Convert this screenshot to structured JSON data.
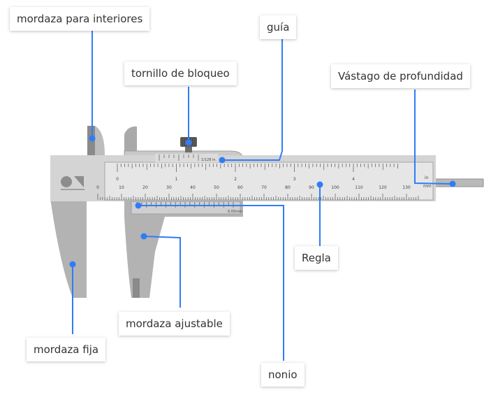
{
  "colors": {
    "connector": "#2f7df6",
    "metal_dark": "#9a9a9a",
    "metal_light": "#d6d6d6",
    "scale_face": "#e8e8e8",
    "label_text": "#333333"
  },
  "labels": {
    "inner_jaws": "mordaza para interiores",
    "guide": "guía",
    "locking_screw": "tornillo de bloqueo",
    "depth_rod": "Vástago de profundidad",
    "ruler": "Regla",
    "adjustable_jaw": "mordaza ajustable",
    "fixed_jaw": "mordaza fija",
    "vernier": "nonio"
  },
  "scales": {
    "main_mm_numbers": [
      "0",
      "10",
      "20",
      "30",
      "40",
      "50",
      "60",
      "70",
      "80",
      "90",
      "100",
      "110",
      "120",
      "130"
    ],
    "main_mm_unit": "mm",
    "main_inch_numbers": [
      "0",
      "1",
      "2",
      "3",
      "4"
    ],
    "main_inch_unit": "in",
    "vernier_inch_text": "1/128 in.",
    "vernier_mm_text": "0.05mm"
  },
  "icons": {
    "brand_logo": "logo-icon"
  }
}
